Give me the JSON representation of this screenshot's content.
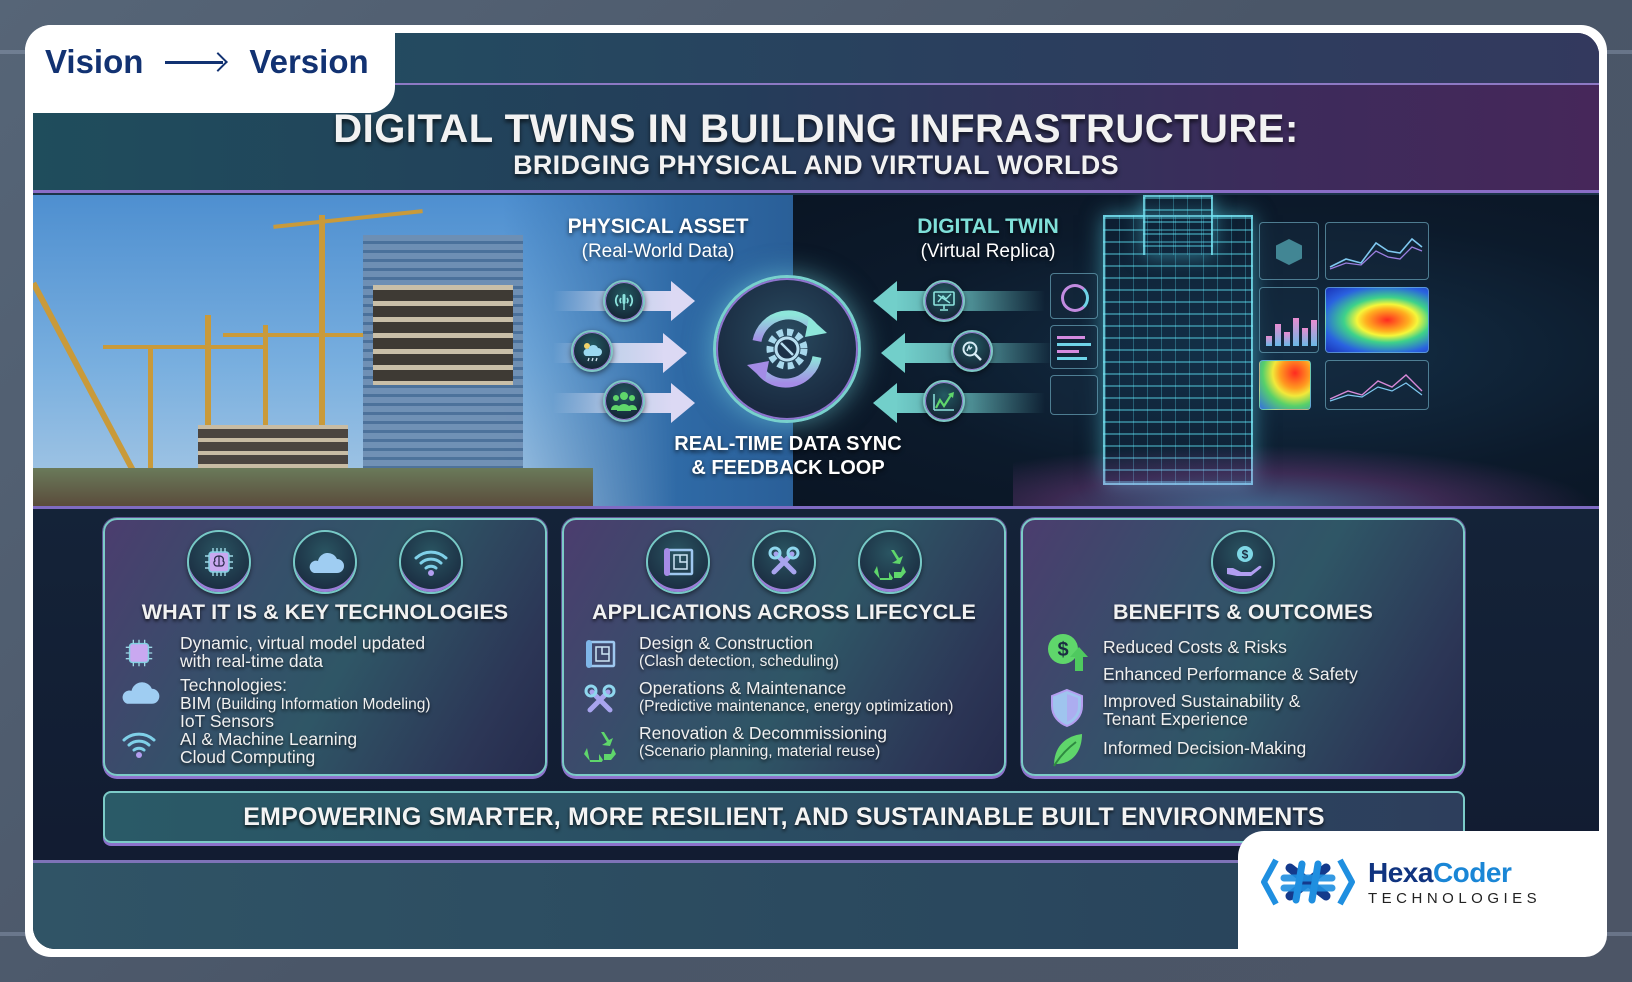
{
  "banner": {
    "left_word": "Vision",
    "arrow_icon": "long-right-arrow",
    "right_word": "Version"
  },
  "header": {
    "title": "DIGITAL TWINS IN BUILDING INFRASTRUCTURE:",
    "subtitle": "BRIDGING PHYSICAL AND VIRTUAL WORLDS"
  },
  "hero": {
    "physical": {
      "heading": "PHYSICAL ASSET",
      "caption": "(Real-World Data)",
      "icons": [
        "sensor-tower-icon",
        "weather-icon",
        "people-icon"
      ]
    },
    "digital": {
      "heading": "DIGITAL TWIN",
      "caption": "(Virtual Replica)",
      "icons": [
        "monitor-analytics-icon",
        "search-analysis-icon",
        "trend-up-icon"
      ]
    },
    "sync": {
      "icon": "gear-sync-icon",
      "line1": "REAL-TIME DATA SYNC",
      "line2": "& FEEDBACK LOOP"
    }
  },
  "cards": [
    {
      "title": "WHAT IT IS & KEY TECHNOLOGIES",
      "top_icons": [
        "ai-chip-icon",
        "cloud-icon",
        "wifi-icon"
      ],
      "lines": [
        "Dynamic, virtual model updated",
        "with real-time data",
        "Technologies:",
        "BIM",
        "(Building Information Modeling)",
        "IoT Sensors",
        "AI & Machine Learning",
        "Cloud Computing"
      ]
    },
    {
      "title": "APPLICATIONS ACROSS LIFECYCLE",
      "top_icons": [
        "blueprint-icon",
        "wrench-tools-icon",
        "recycle-icon"
      ],
      "items": [
        {
          "icon": "blueprint-icon",
          "label": "Design & Construction",
          "detail": "(Clash detection, scheduling)"
        },
        {
          "icon": "wrench-tools-icon",
          "label": "Operations & Maintenance",
          "detail": "(Predictive maintenance, energy optimization)"
        },
        {
          "icon": "recycle-icon",
          "label": "Renovation & Decommissioning",
          "detail": "(Scenario planning, material reuse)"
        }
      ]
    },
    {
      "title": "BENEFITS & OUTCOMES",
      "top_icons": [
        "money-hand-icon"
      ],
      "items": [
        {
          "icon": "cost-savings-icon",
          "label": "Reduced Costs & Risks"
        },
        {
          "icon": "",
          "label": "Enhanced Performance & Safety"
        },
        {
          "icon": "shield-icon",
          "label": "Improved Sustainability &"
        },
        {
          "icon": "",
          "label": "Tenant Experience"
        },
        {
          "icon": "leaf-icon",
          "label": "Informed Decision-Making"
        }
      ]
    }
  ],
  "tagline": "EMPOWERING SMARTER, MORE RESILIENT, AND SUSTAINABLE BUILT ENVIRONMENTS",
  "logo": {
    "name_part1": "Hexa",
    "name_part2": "Coder",
    "subtitle": "TECHNOLOGIES"
  },
  "colors": {
    "brand_navy": "#123272",
    "brand_blue": "#1a86d6",
    "accent_teal": "#7ccbc8",
    "accent_purple": "#8c72cc",
    "icon_green": "#5fd66b"
  }
}
